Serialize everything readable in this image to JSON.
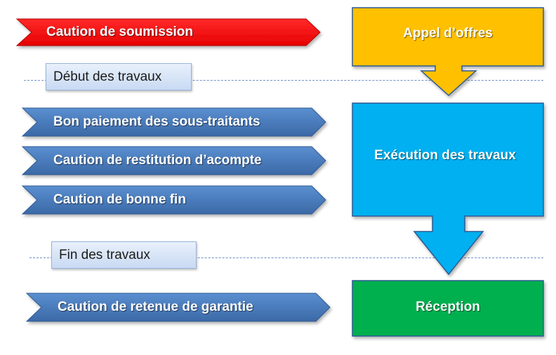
{
  "colors": {
    "red_arrow": "#ff0000",
    "blue_arrow": "#4f81bd",
    "appel_box": "#ffc000",
    "execution_box": "#00b0f0",
    "reception_box": "#00b050",
    "milestone_bg": "#dbe5f5",
    "separator": "#6d8fc7"
  },
  "arrows": {
    "soumission": "Caution de soumission",
    "sous_traitants": "Bon paiement des sous-traitants",
    "acompte": "Caution de restitution d’acompte",
    "bonne_fin": "Caution de bonne fin",
    "garantie": "Caution de retenue de garantie"
  },
  "milestones": {
    "debut": "Début des travaux",
    "fin": "Fin des travaux"
  },
  "stages": {
    "appel": "Appel d’offres",
    "execution": "Exécution des travaux",
    "reception": "Réception"
  }
}
